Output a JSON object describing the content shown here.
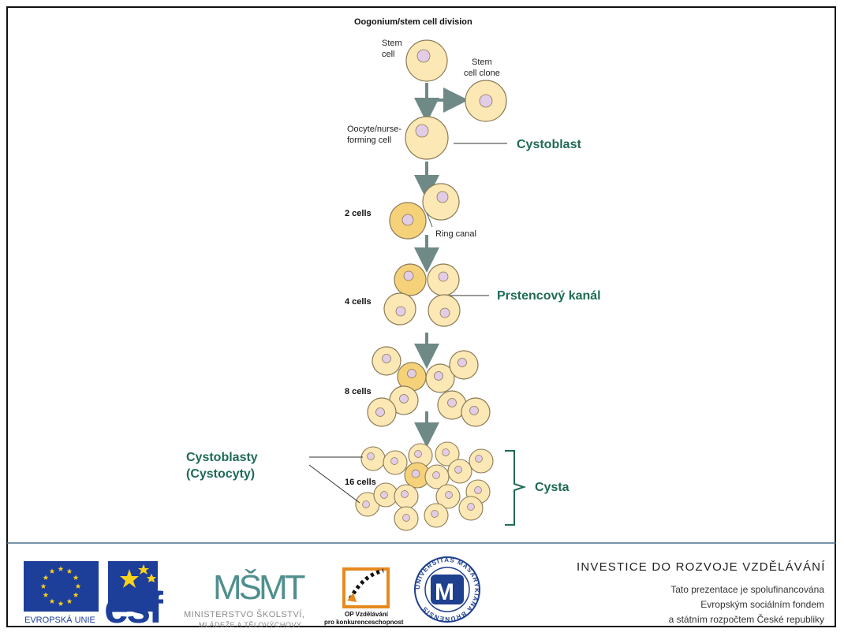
{
  "diagram": {
    "title": "Oogonium/stem cell division",
    "stem_cell": [
      "Stem",
      "cell"
    ],
    "stem_cell_clone": [
      "Stem",
      "cell clone"
    ],
    "oocyte_nurse": [
      "Oocyte/nurse-",
      "forming cell"
    ],
    "cystoblast": "Cystoblast",
    "two_cells": "2 cells",
    "ring_canal": "Ring canal",
    "four_cells": "4 cells",
    "prstencovy_kanal": "Prstencový  kanál",
    "eight_cells": "8 cells",
    "cystoblasty": [
      "Cystoblasty",
      "(Cystocyty)"
    ],
    "sixteen_cells": "16 cells",
    "cysta": "Cysta"
  },
  "footer": {
    "eu_label": "EVROPSKÁ UNIE",
    "esf_label": "esf",
    "msmt_logo_text": "MŠMT",
    "msmt_name": [
      "MINISTERSTVO ŠKOLSTVÍ,",
      "MLÁDEŽE A TĚLOVÝCHOVY"
    ],
    "op_label": [
      "OP Vzdělávání",
      "pro konkurenceschopnost"
    ],
    "muni_ring": "UNIVERSITAS MASARYKIANA BRUNENSIS",
    "investice": "INVESTICE DO ROZVOJE VZDĚLÁVÁNÍ",
    "lines": [
      "Tato prezentace je spolufinancována",
      "Evropským sociálním fondem",
      "a státním rozpočtem České republiky"
    ]
  },
  "colors": {
    "cell_fill": "#fbe8b4",
    "cell_stroke": "#8a7a55",
    "nucleus_fill": "#e3cce6",
    "oocyte_fill": "#f5d27a",
    "arrow": "#6f8a86",
    "accent_green": "#1f6b55",
    "eu_blue": "#1d3f9a",
    "eu_star": "#f6d21b",
    "msmt_teal": "#4f8f8e",
    "op_orange": "#e68a1f",
    "muni_blue": "#1f3f8f"
  }
}
